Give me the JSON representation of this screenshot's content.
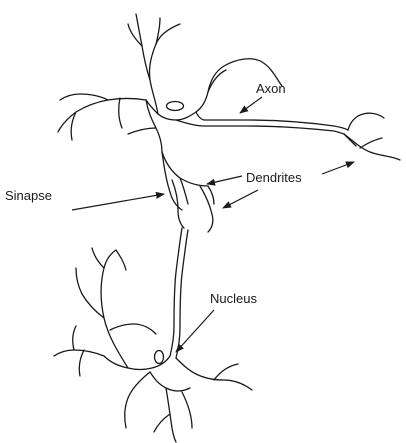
{
  "labels": {
    "axon": "Axon",
    "dendrites": "Dendrites",
    "sinapse": "Sinapse",
    "nucleus": "Nucleus"
  },
  "colors": {
    "stroke": "#1a1a1a",
    "background": "#ffffff"
  }
}
